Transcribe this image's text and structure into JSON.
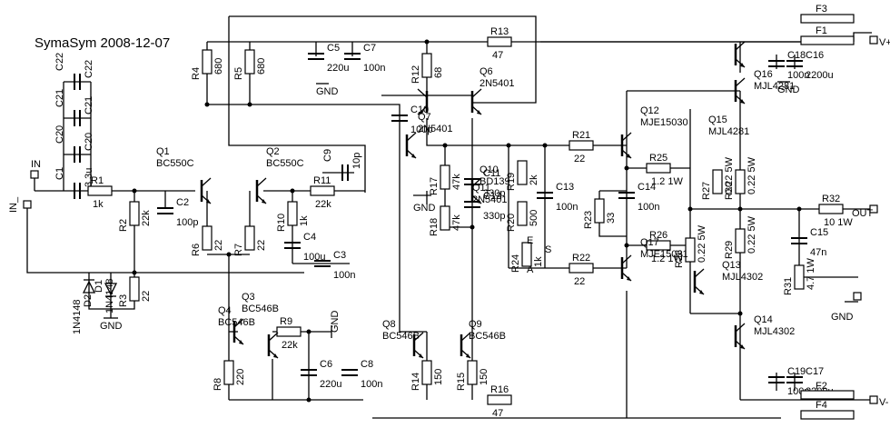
{
  "title": "SymaSym 2008-12-07",
  "terminals": {
    "in_top": "IN",
    "in_left": "IN_",
    "vplus": "V+",
    "vminus": "V-",
    "out": "OUT",
    "gnd": "GND"
  },
  "resistors": {
    "R1": {
      "name": "R1",
      "value": "1k"
    },
    "R2": {
      "name": "R2",
      "value": "22k"
    },
    "R3": {
      "name": "R3",
      "value": "22"
    },
    "R4": {
      "name": "R4",
      "value": "680"
    },
    "R5": {
      "name": "R5",
      "value": "680"
    },
    "R6": {
      "name": "R6",
      "value": "22"
    },
    "R7": {
      "name": "R7",
      "value": "22"
    },
    "R8": {
      "name": "R8",
      "value": "220"
    },
    "R9": {
      "name": "R9",
      "value": "22k"
    },
    "R10": {
      "name": "R10",
      "value": "1k"
    },
    "R11": {
      "name": "R11",
      "value": "22k"
    },
    "R12": {
      "name": "R12",
      "value": "68"
    },
    "R13": {
      "name": "R13",
      "value": "47"
    },
    "R14": {
      "name": "R14",
      "value": "150"
    },
    "R15": {
      "name": "R15",
      "value": "150"
    },
    "R16": {
      "name": "R16",
      "value": "47"
    },
    "R17": {
      "name": "R17",
      "value": "47k"
    },
    "R18": {
      "name": "R18",
      "value": "47k"
    },
    "R19": {
      "name": "R19",
      "value": "2k"
    },
    "R20": {
      "name": "R20",
      "value": "500"
    },
    "R21": {
      "name": "R21",
      "value": "22"
    },
    "R22": {
      "name": "R22",
      "value": "22"
    },
    "R23": {
      "name": "R23",
      "value": "33"
    },
    "R24": {
      "name": "R24",
      "value": "1k"
    },
    "R25": {
      "name": "R25",
      "value": "1.2 1W"
    },
    "R26": {
      "name": "R26",
      "value": "1.2 1W"
    },
    "R27": {
      "name": "R27",
      "value": "0.22 5W"
    },
    "R28": {
      "name": "R28",
      "value": "0.22 5W"
    },
    "R29": {
      "name": "R29",
      "value": "0.22 5W"
    },
    "R30": {
      "name": "R30",
      "value": "0.22 5W"
    },
    "R31": {
      "name": "R31",
      "value": "4.7 1W"
    },
    "R32": {
      "name": "R32",
      "value": "10 1W"
    }
  },
  "capacitors": {
    "C1": {
      "name": "C1",
      "value": "3.3u"
    },
    "C2": {
      "name": "C2",
      "value": "100p"
    },
    "C3": {
      "name": "C3",
      "value": "100n"
    },
    "C4": {
      "name": "C4",
      "value": "100u"
    },
    "C5": {
      "name": "C5",
      "value": "220u"
    },
    "C6": {
      "name": "C6",
      "value": "220u"
    },
    "C7": {
      "name": "C7",
      "value": "100n"
    },
    "C8": {
      "name": "C8",
      "value": "100n"
    },
    "C9": {
      "name": "C9",
      "value": "10p"
    },
    "C10": {
      "name": "C10",
      "value": "100p"
    },
    "C11": {
      "name": "C11",
      "value": "330p"
    },
    "C12": {
      "name": "C12",
      "value": "330p"
    },
    "C13": {
      "name": "C13",
      "value": "100n"
    },
    "C14": {
      "name": "C14",
      "value": "100n"
    },
    "C15": {
      "name": "C15",
      "value": "47n"
    },
    "C16": {
      "name": "C16",
      "value": "2200u"
    },
    "C17": {
      "name": "C17",
      "value": "2200u"
    },
    "C18": {
      "name": "C18",
      "value": "100n"
    },
    "C19": {
      "name": "C19",
      "value": "100n"
    },
    "C20": {
      "name": "C20",
      "value": "C20"
    },
    "C21": {
      "name": "C21",
      "value": "C21"
    },
    "C22": {
      "name": "C22",
      "value": "C22"
    }
  },
  "transistors": {
    "Q1": {
      "name": "Q1",
      "part": "BC550C"
    },
    "Q2": {
      "name": "Q2",
      "part": "BC550C"
    },
    "Q3": {
      "name": "Q3",
      "part": "BC546B"
    },
    "Q4": {
      "name": "Q4",
      "part": "BC546B"
    },
    "Q6": {
      "name": "Q6",
      "part": "2N5401"
    },
    "Q7": {
      "name": "Q7",
      "part": "2N5401"
    },
    "Q8": {
      "name": "Q8",
      "part": "BC546B"
    },
    "Q9": {
      "name": "Q9",
      "part": "BC546B"
    },
    "Q10": {
      "name": "Q10",
      "part": "BD139"
    },
    "Q11": {
      "name": "Q11",
      "part": "2N5401"
    },
    "Q12": {
      "name": "Q12",
      "part": "MJE15030"
    },
    "Q13": {
      "name": "Q13",
      "part": "MJL4302"
    },
    "Q14": {
      "name": "Q14",
      "part": "MJL4302"
    },
    "Q15": {
      "name": "Q15",
      "part": "MJL4281"
    },
    "Q16": {
      "name": "Q16",
      "part": "MJL4281"
    },
    "Q17": {
      "name": "Q17",
      "part": "MJE15031"
    }
  },
  "diodes": {
    "D1": {
      "name": "D1",
      "part": "1N4148"
    },
    "D2": {
      "name": "D2",
      "part": "1N4148"
    }
  },
  "fuses": {
    "F1": "F1",
    "F2": "F2",
    "F3": "F3",
    "F4": "F4"
  },
  "trimmer_pins": {
    "a": "A",
    "e": "E",
    "s": "S"
  }
}
